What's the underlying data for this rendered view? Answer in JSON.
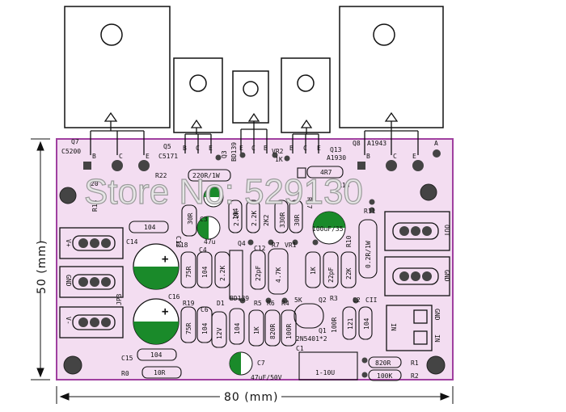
{
  "colors": {
    "board_fill": "#f3ddf1",
    "board_outline": "#a040a0",
    "silk": "#111111",
    "electrolytic": "#1a8a2a",
    "pad": "#444444",
    "watermark_fill": "#e6e6e6"
  },
  "dimensions": {
    "width_label": "80 (mm)",
    "height_label": "50 (mm)"
  },
  "watermark": "Store No: 529130",
  "transistors": {
    "q7": {
      "ref": "Q7",
      "part": "C5200",
      "pins": [
        "B",
        "C",
        "E"
      ]
    },
    "q8": {
      "ref": "Q8",
      "part": "A1943",
      "pins": [
        "B",
        "C",
        "E"
      ]
    },
    "q5": {
      "ref": "Q5",
      "part": "C5171",
      "pins": [
        "B",
        "C",
        "E"
      ]
    },
    "q3": {
      "ref": "Q3",
      "part": "BD139",
      "pins": [
        "E",
        "C",
        "B"
      ]
    },
    "q13": {
      "ref": "Q13",
      "part": "A1930",
      "pins": [
        "B",
        "C",
        "E"
      ]
    }
  },
  "labels": {
    "vr2": "VR2",
    "vr2_val": "1K",
    "r22": "R22",
    "r22_val": "220R/1W",
    "r17": "R17",
    "r11": "R11",
    "r11_val": "0.2R/1W",
    "r13": "R13",
    "r18": "R18",
    "r19": "R19",
    "r7": "R7",
    "r5": "R5",
    "r6": "R6",
    "r4": "R4",
    "r3": "R3",
    "r10": "R10",
    "r1": "R1",
    "r2": "R2",
    "r0": "R0",
    "c3": "C3",
    "c4": "C4",
    "c6": "C6",
    "c12": "C12",
    "c13": "C13",
    "c14": "C14",
    "c16": "C16",
    "c15": "C15",
    "c7": "C7",
    "c1": "C1",
    "c2": "C2",
    "c11": "CII",
    "d1": "D1",
    "q4": "Q4",
    "q4_part": "BD139",
    "vr1": "VR1",
    "vr1_val": "5K",
    "q1q2": "Q1",
    "q2": "Q2",
    "q12_part": "2N5401*2",
    "jp3": "JP3",
    "v30r": "30R",
    "v22k_a": "2.2K",
    "v22k_b": "2.2K",
    "v2k2": "2K2",
    "v330r": "330R",
    "v30r_b": "30R",
    "v47u": "47u",
    "v100u35": "100uF/35",
    "v104_a": "104",
    "v104_b": "104",
    "v104_c": "104",
    "v104_d": "104",
    "v104_e": "104",
    "v104_f": "104",
    "v104_g": "104",
    "v75r_a": "75R",
    "v75r_b": "75R",
    "v22k_c": "2.2K",
    "v22pf_a": "22pF",
    "v47k": "4.7K",
    "v1k": "1K",
    "v22pf_b": "22pF",
    "v22k_d": "22K",
    "v12v": "12V",
    "v1k_b": "1K",
    "v820r": "820R",
    "v100r": "100R",
    "v100r_b": "100R",
    "v121": "121",
    "v47u50": "47uF/50V",
    "v110u": "1-10U",
    "v820r_b": "820R",
    "v100k": "100K",
    "v10r": "10R",
    "v20": "20",
    "v4r7": "4R7",
    "q13_r": "R13",
    "out": "OUT",
    "gnd_r": "GND",
    "in": "IN",
    "gnd_in": "GND",
    "in2": "IN",
    "vplus": "V+",
    "gnd_l": "GND",
    "vminus": "V-",
    "hole_a": "A"
  }
}
